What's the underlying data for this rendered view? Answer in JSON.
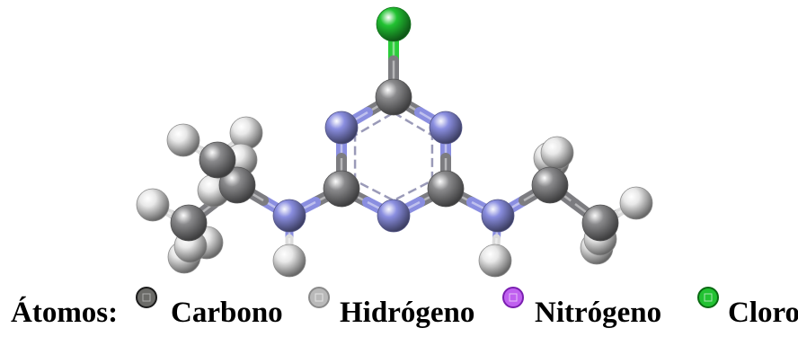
{
  "legend": {
    "title": "Átomos:",
    "items": [
      {
        "label": "Carbono",
        "color": "#6b6b68",
        "edge": "#1a1a1a"
      },
      {
        "label": "Hidrógeno",
        "color": "#b9b9b9",
        "edge": "#8a8a8a"
      },
      {
        "label": "Nitrógeno",
        "color": "#c060f0",
        "edge": "#7a1fb0"
      },
      {
        "label": "Cloro",
        "color": "#22c232",
        "edge": "#0a6a12"
      }
    ]
  },
  "atom_colors": {
    "carbon": "#8a8a8c",
    "hydrogen": "#e8e8e8",
    "nitrogen": "#8a8ee0",
    "chlorine": "#22c232"
  },
  "molecule": {
    "atoms": [
      {
        "id": "Cl",
        "element": "chlorine"
      },
      {
        "id": "C1",
        "element": "carbon"
      },
      {
        "id": "N1",
        "element": "nitrogen"
      },
      {
        "id": "N2",
        "element": "nitrogen"
      },
      {
        "id": "C2",
        "element": "carbon"
      },
      {
        "id": "C3",
        "element": "carbon"
      },
      {
        "id": "N3",
        "element": "nitrogen"
      },
      {
        "id": "NL",
        "element": "nitrogen"
      },
      {
        "id": "NR",
        "element": "nitrogen"
      },
      {
        "id": "HNL",
        "element": "hydrogen"
      },
      {
        "id": "HNR",
        "element": "hydrogen"
      },
      {
        "id": "CI1",
        "element": "carbon"
      },
      {
        "id": "CI2",
        "element": "carbon"
      },
      {
        "id": "CI3",
        "element": "carbon"
      },
      {
        "id": "CE1",
        "element": "carbon"
      },
      {
        "id": "CE2",
        "element": "carbon"
      },
      {
        "id": "H1",
        "element": "hydrogen"
      },
      {
        "id": "H2",
        "element": "hydrogen"
      },
      {
        "id": "H3",
        "element": "hydrogen"
      },
      {
        "id": "H4",
        "element": "hydrogen"
      },
      {
        "id": "H5",
        "element": "hydrogen"
      },
      {
        "id": "H6",
        "element": "hydrogen"
      },
      {
        "id": "H7",
        "element": "hydrogen"
      },
      {
        "id": "H8",
        "element": "hydrogen"
      },
      {
        "id": "H9",
        "element": "hydrogen"
      },
      {
        "id": "H10",
        "element": "hydrogen"
      },
      {
        "id": "H11",
        "element": "hydrogen"
      },
      {
        "id": "H12",
        "element": "hydrogen"
      },
      {
        "id": "H13",
        "element": "hydrogen"
      },
      {
        "id": "H14",
        "element": "hydrogen"
      }
    ],
    "bonds": [
      [
        "Cl",
        "C1"
      ],
      [
        "C1",
        "N1"
      ],
      [
        "C1",
        "N2"
      ],
      [
        "N1",
        "C2"
      ],
      [
        "N2",
        "C3"
      ],
      [
        "C2",
        "N3"
      ],
      [
        "C3",
        "N3"
      ],
      [
        "C2",
        "NL"
      ],
      [
        "C3",
        "NR"
      ],
      [
        "NL",
        "HNL"
      ],
      [
        "NR",
        "HNR"
      ],
      [
        "NL",
        "CI1"
      ],
      [
        "CI1",
        "CI2"
      ],
      [
        "CI1",
        "CI3"
      ],
      [
        "NR",
        "CE1"
      ],
      [
        "CE1",
        "CE2"
      ],
      [
        "CI1",
        "H1"
      ],
      [
        "CI2",
        "H2"
      ],
      [
        "CI2",
        "H3"
      ],
      [
        "CI2",
        "H4"
      ],
      [
        "CI3",
        "H5"
      ],
      [
        "CI3",
        "H6"
      ],
      [
        "CI3",
        "H7"
      ],
      [
        "CE1",
        "H8"
      ],
      [
        "CE1",
        "H9"
      ],
      [
        "CE2",
        "H10"
      ],
      [
        "CE2",
        "H11"
      ],
      [
        "CE2",
        "H12"
      ]
    ]
  }
}
